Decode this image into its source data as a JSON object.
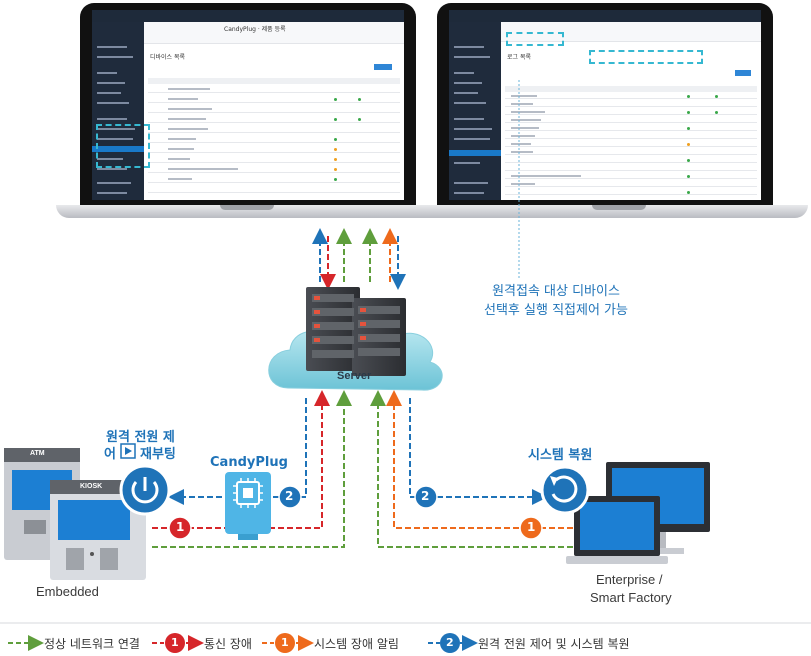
{
  "top_note": {
    "line1": "원격접속 대상 디바이스",
    "line2": "선택후 실행 직접제어 가능"
  },
  "server": {
    "label": "Server"
  },
  "left_device": {
    "title_line1": "원격 전원 제",
    "title_line2a": "어",
    "title_line2b": "재부팅",
    "atm_label": "ATM",
    "kiosk_label": "KIOSK",
    "caption": "Embedded"
  },
  "candyplug": {
    "label": "CandyPlug"
  },
  "right_device": {
    "title": "시스템 복원",
    "caption_line1": "Enterprise  /",
    "caption_line2": "Smart  Factory"
  },
  "badges": {
    "one": "1",
    "two": "2"
  },
  "legend": {
    "normal": "정상 네트워크 연결",
    "comm_fault": "통신 장애",
    "system_alert": "시스템 장애 알림",
    "remote_control": "원격 전원 제어 및 시스템 복원"
  },
  "screens": {
    "left_header": "CandyPlug · 제품 등록",
    "left_section": "디바이스 목록",
    "right_section": "로그 목록"
  },
  "colors": {
    "blue": "#1f73b8",
    "red": "#d6262a",
    "orange": "#ee6a1c",
    "green": "#5f9e3c",
    "cyan_dash": "#35b8d1"
  }
}
